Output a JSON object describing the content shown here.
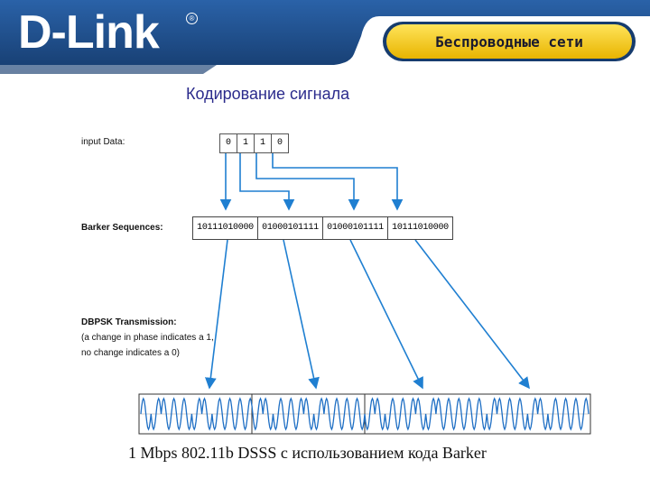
{
  "header": {
    "logo": "D-Link",
    "logo_mark": "®",
    "section_title": "Беспроводные сети",
    "colors": {
      "band": "#1e4f8c",
      "pill": "#f5c400",
      "accent": "#163c6e"
    }
  },
  "slide_title": "Кодирование сигнала",
  "diagram": {
    "input_label": "input Data:",
    "input_bits": [
      "0",
      "1",
      "1",
      "0"
    ],
    "barker_label": "Barker Sequences:",
    "barker_sequences": [
      "10111010000",
      "01000101111",
      "01000101111",
      "10111010000"
    ],
    "dbpsk_label": "DBPSK Transmission:",
    "dbpsk_note_line1": "(a change in phase indicates a 1,",
    "dbpsk_note_line2": "no change indicates a 0)",
    "arrow_color": "#1f7fd1",
    "wave_color": "#1f6fc4"
  },
  "caption": "1 Mbps 802.11b DSSS с использованием кода Barker"
}
